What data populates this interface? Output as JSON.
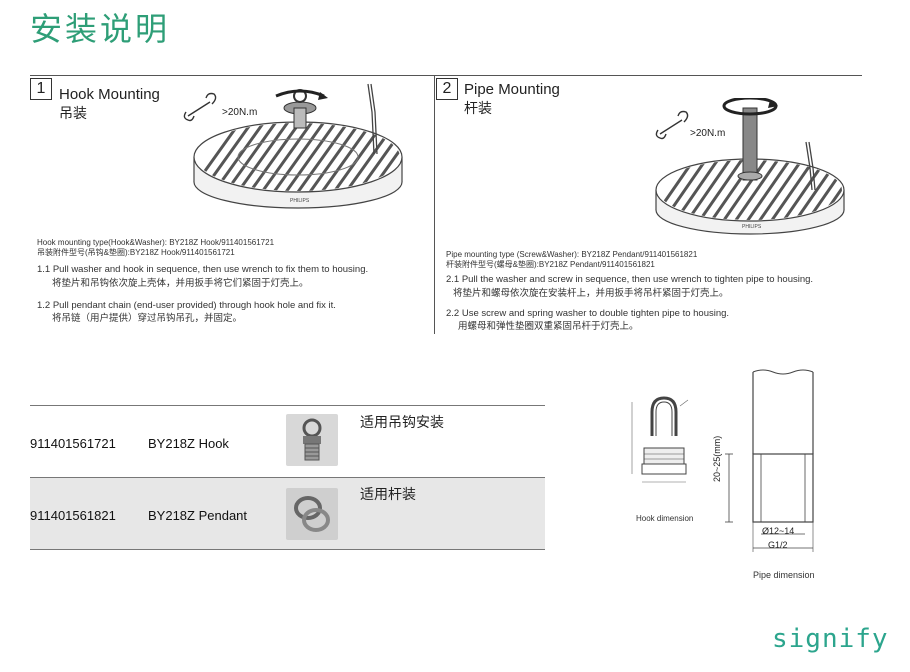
{
  "page": {
    "title": "安装说明"
  },
  "section1": {
    "number": "1",
    "title": "Hook Mounting",
    "subtitle": "吊装",
    "torque": ">20N.m",
    "brand_mark": "PHILIPS",
    "type_en": "Hook mounting type(Hook&Washer): BY218Z Hook/911401561721",
    "type_cn": "吊装附件型号(吊钩&垫圈):BY218Z Hook/911401561721",
    "step1_en": "1.1 Pull washer and hook in sequence, then use wrench to fix them to housing.",
    "step1_cn": "将垫片和吊钩依次旋上壳体，并用扳手将它们紧固于灯壳上。",
    "step2_en": "1.2 Pull pendant chain (end-user provided) through hook hole and fix it.",
    "step2_cn": "将吊链（用户提供）穿过吊钩吊孔，并固定。"
  },
  "section2": {
    "number": "2",
    "title": "Pipe Mounting",
    "subtitle": "杆装",
    "torque": ">20N.m",
    "brand_mark": "PHILIPS",
    "type_en": "Pipe mounting type (Screw&Washer): BY218Z Pendant/911401561821",
    "type_cn": "杆装附件型号(螺母&垫圈):BY218Z Pendant/911401561821",
    "step1_en": "2.1 Pull the washer and screw in sequence, then use wrench to tighten pipe to housing.",
    "step1_cn": "将垫片和螺母依次旋在安装杆上，并用扳手将吊杆紧固于灯壳上。",
    "step2_en": "2.2 Use screw and spring washer to double tighten pipe to housing.",
    "step2_cn": "用螺母和弹性垫圈双重紧固吊杆于灯壳上。"
  },
  "table": {
    "rows": [
      {
        "code": "911401561721",
        "model": "BY218Z Hook",
        "note": "适用吊钩安装",
        "icon": "hook-accessory-icon"
      },
      {
        "code": "911401561821",
        "model": "BY218Z Pendant",
        "note": "适用杆装",
        "icon": "washer-accessory-icon"
      }
    ]
  },
  "dimensions": {
    "hook_caption": "Hook dimension",
    "pipe_caption": "Pipe dimension",
    "pipe_height": "20~25(mm)",
    "pipe_diameter": "Ø12~14",
    "pipe_thread": "G1/2"
  },
  "footer": {
    "logo": "signify"
  },
  "colors": {
    "title_green": "#2e9e77",
    "logo_teal": "#2ca58d",
    "table_alt_row": "#e7e7e7"
  }
}
